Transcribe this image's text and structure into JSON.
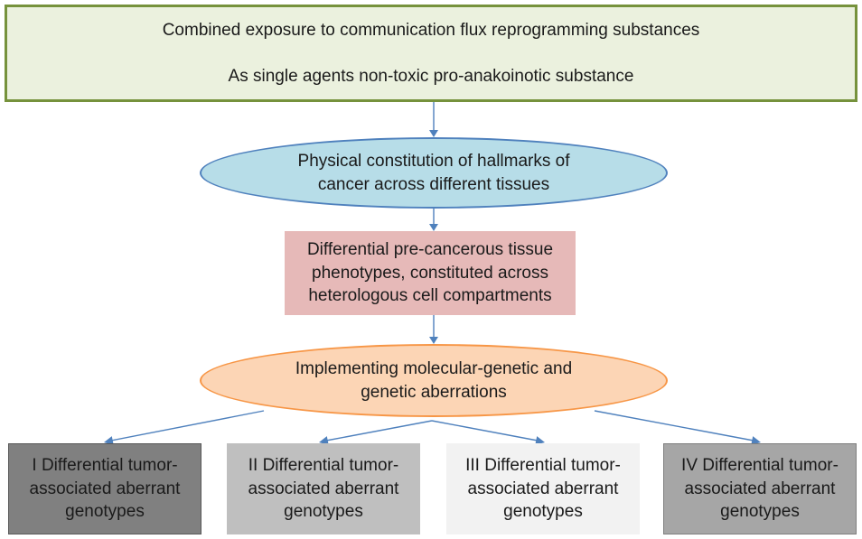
{
  "top_box": {
    "line1": "Combined exposure to communication flux reprogramming substances",
    "line2": "As single agents non-toxic pro-anakoinotic substance"
  },
  "hallmarks_ellipse": {
    "text": "Physical constitution of hallmarks of\ncancer across different tissues"
  },
  "precancerous_box": {
    "text": "Differential pre-cancerous tissue\nphenotypes, constituted across\nheterologous cell compartments"
  },
  "aberrations_ellipse": {
    "text": "Implementing molecular-genetic and\ngenetic aberrations"
  },
  "genotypes": [
    {
      "text": "I Differential tumor-\nassociated aberrant\ngenotypes",
      "fill": "#808080"
    },
    {
      "text": "II Differential tumor-\nassociated aberrant\ngenotypes",
      "fill": "#bfbfbf"
    },
    {
      "text": "III Differential tumor-\nassociated aberrant\ngenotypes",
      "fill": "#f2f2f2"
    },
    {
      "text": "IV Differential tumor-\nassociated aberrant\ngenotypes",
      "fill": "#a6a6a6"
    }
  ],
  "colors": {
    "arrow": "#4f81bd",
    "top_box_fill": "#ebf1de",
    "top_box_border": "#76923c",
    "hallmarks_fill": "#b7dde8",
    "precancerous_fill": "#e6b9b8",
    "aberrations_fill": "#fcd5b5"
  }
}
